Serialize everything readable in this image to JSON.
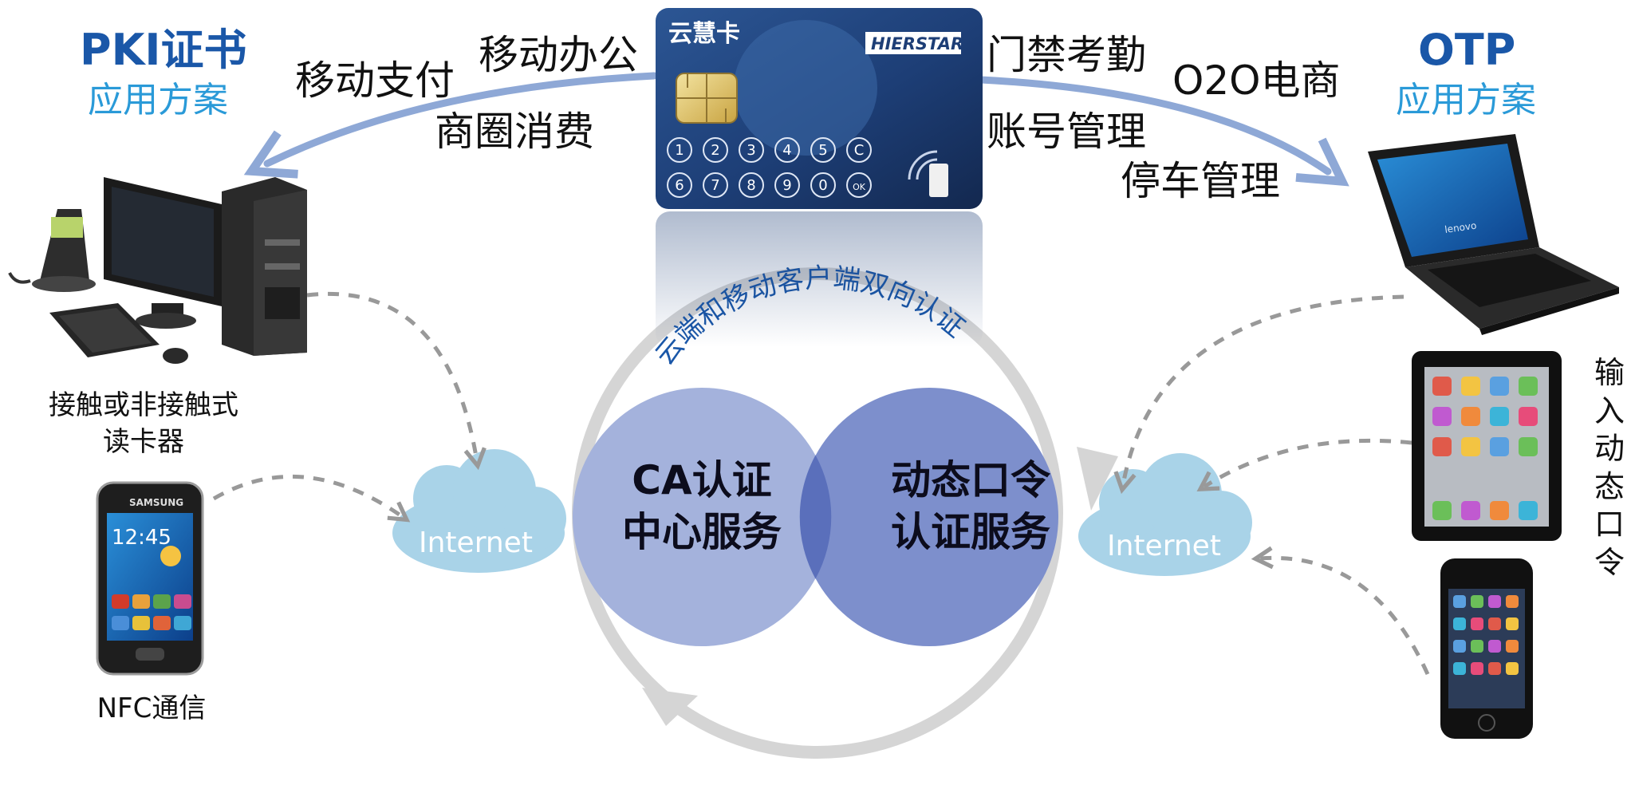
{
  "left": {
    "title": "PKI证书",
    "subtitle": "应用方案"
  },
  "right": {
    "title": "OTP",
    "subtitle": "应用方案"
  },
  "apps": {
    "mobile_office": "移动办公",
    "mobile_pay": "移动支付",
    "shopping": "商圈消费",
    "access_control": "门禁考勤",
    "o2o": "O2O电商",
    "account_mgmt": "账号管理",
    "parking": "停车管理"
  },
  "card": {
    "brand": "云慧卡",
    "logo": "HIERSTAR",
    "keys": [
      "1",
      "2",
      "3",
      "4",
      "5",
      "C",
      "6",
      "7",
      "8",
      "9",
      "0",
      "OK"
    ]
  },
  "arc_label": "云端和移动客户端双向认证",
  "circles": {
    "left_line1": "CA认证",
    "left_line2": "中心服务",
    "right_line1": "动态口令",
    "right_line2": "认证服务"
  },
  "clouds": {
    "left": "Internet",
    "right": "Internet"
  },
  "devices": {
    "card_reader": "接触或非接触式读卡器",
    "nfc": "NFC通信",
    "phone_brand": "SAMSUNG",
    "phone_time": "12:45",
    "laptop_brand": "lenovo",
    "otp_input": "输入动态口令"
  },
  "colors": {
    "title_blue": "#1a57a8",
    "sub_blue": "#2a9ad8",
    "circle_left": "#a4b2dc",
    "circle_right": "#7d8fcc",
    "overlap": "#5a6fbb",
    "cloud": "#a9d3e8",
    "arrow_blue": "#8ea8d6",
    "ring_gray": "#d5d5d5",
    "card_blue": "#1d3e76"
  }
}
